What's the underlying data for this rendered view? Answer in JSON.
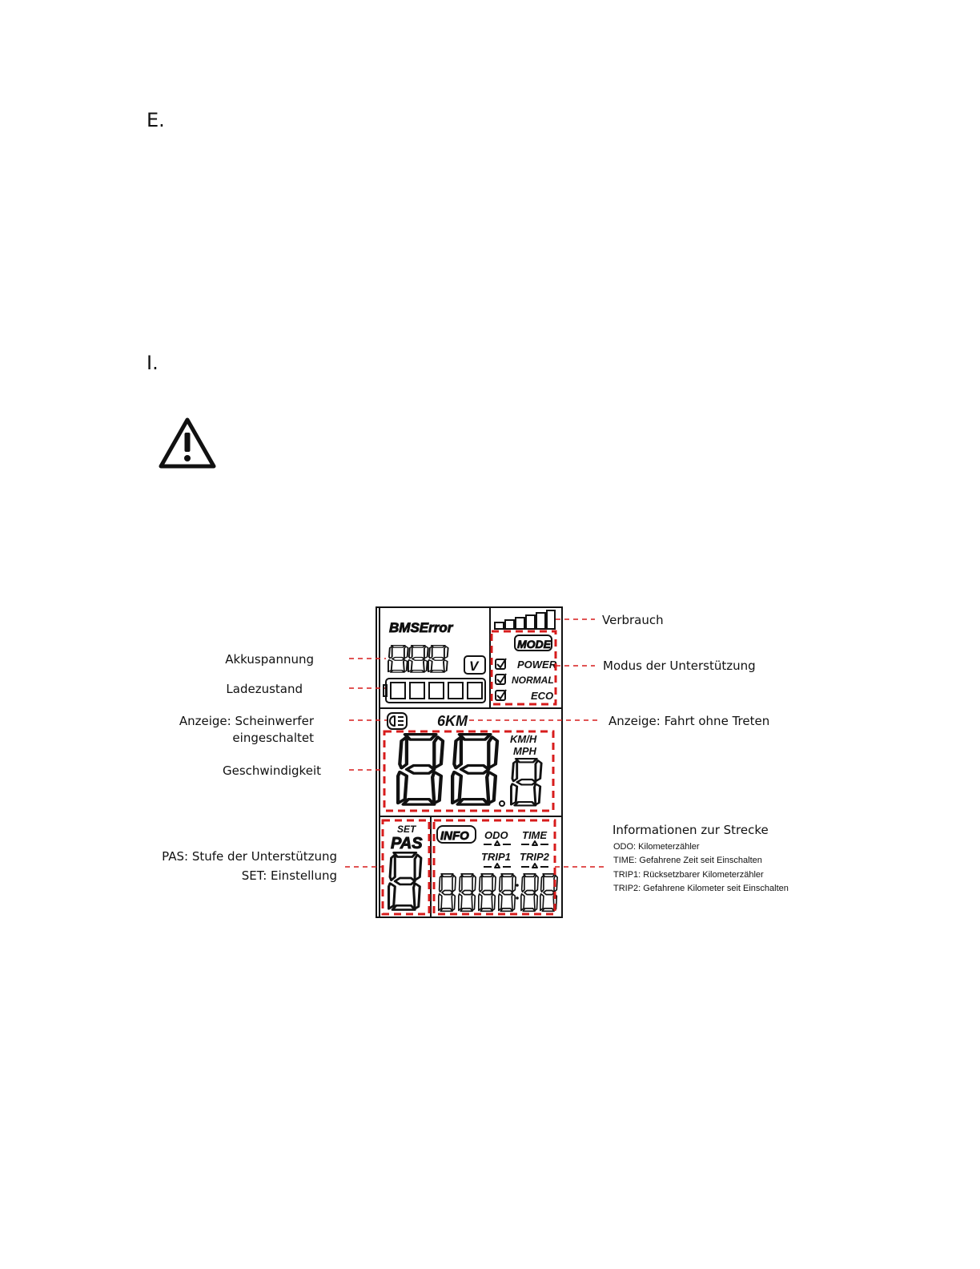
{
  "sections": {
    "letter_e": "E.",
    "letter_i": "I."
  },
  "icons": {
    "warning": "warning-triangle-icon",
    "headlight": "headlight-icon"
  },
  "lcd": {
    "bms_error": "BMSError",
    "volt_unit": "V",
    "mode": "MODE",
    "mode_power": "POWER",
    "mode_normal": "NORMAL",
    "mode_eco": "ECO",
    "walk_assist": "6KM",
    "speed_unit_kmh": "KM/H",
    "speed_unit_mph": "MPH",
    "set": "SET",
    "pas": "PAS",
    "info": "INFO",
    "odo": "ODO",
    "time": "TIME",
    "trip1": "TRIP1",
    "trip2": "TRIP2"
  },
  "labels": {
    "consumption": "Verbrauch",
    "assist_mode": "Modus der Unterstützung",
    "battery_voltage": "Akkuspannung",
    "charge_state": "Ladezustand",
    "headlight_line1": "Anzeige: Scheinwerfer",
    "headlight_line2": "eingeschaltet",
    "walk_mode": "Anzeige: Fahrt ohne Treten",
    "speed": "Geschwindigkeit",
    "pas_line1": "PAS: Stufe der Unterstützung",
    "pas_line2": "SET: Einstellung",
    "trip_title": "Informationen zur Strecke",
    "trip_odo": "ODO: Kilometerzähler",
    "trip_time": "TIME: Gefahrene Zeit seit Einschalten",
    "trip_trip1": "TRIP1: Rücksetzbarer Kilometerzähler",
    "trip_trip2": "TRIP2: Gefahrene Kilometer seit Einschalten"
  },
  "colors": {
    "highlight": "#d71c1c",
    "lcd_lines": "#111111"
  }
}
